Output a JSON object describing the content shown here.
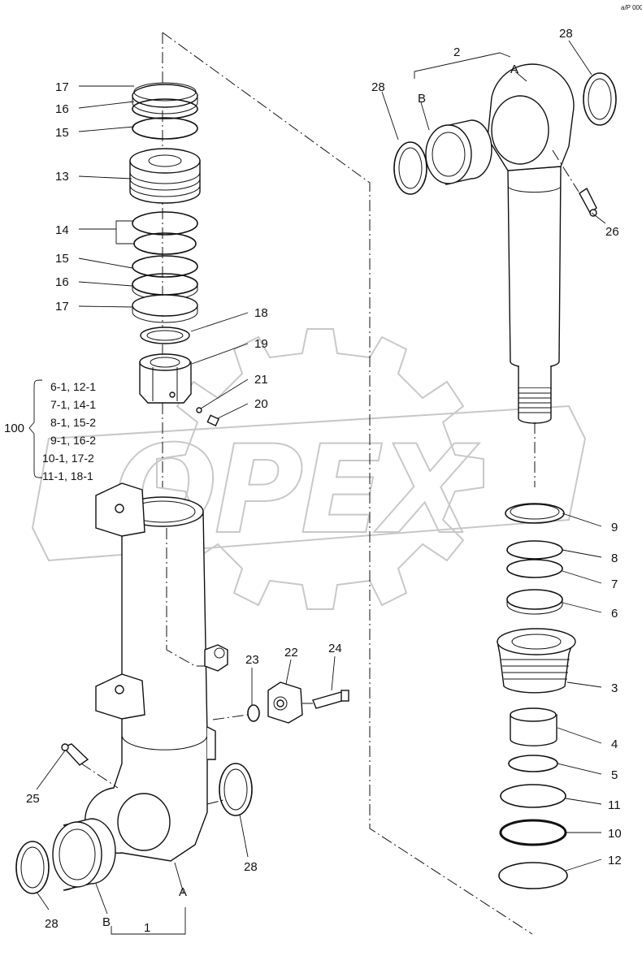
{
  "watermark": {
    "text": "OPEX"
  },
  "corner_mark": "a/P 000",
  "assembly_labels": {
    "group_1": "1",
    "group_2": "2",
    "a_left": "A",
    "b_left": "B",
    "a_right": "A",
    "b_right": "B",
    "kit": "100"
  },
  "kit_list": [
    "6-1, 12-1",
    "7-1, 14-1",
    "8-1, 15-2",
    "9-1, 16-2",
    "10-1, 17-2",
    "11-1, 18-1"
  ],
  "part_labels": {
    "p17a": "17",
    "p16a": "16",
    "p15a": "15",
    "p13": "13",
    "p14": "14",
    "p15b": "15",
    "p16b": "16",
    "p17b": "17",
    "p18": "18",
    "p19": "19",
    "p21": "21",
    "p20": "20",
    "p23": "23",
    "p22": "22",
    "p24": "24",
    "p25": "25",
    "p28_bl": "28",
    "p28_bm": "28",
    "p28_tl": "28",
    "p28_tr": "28",
    "p26": "26",
    "p9": "9",
    "p8": "8",
    "p7": "7",
    "p6": "6",
    "p3": "3",
    "p4": "4",
    "p5": "5",
    "p11": "11",
    "p10": "10",
    "p12": "12"
  }
}
